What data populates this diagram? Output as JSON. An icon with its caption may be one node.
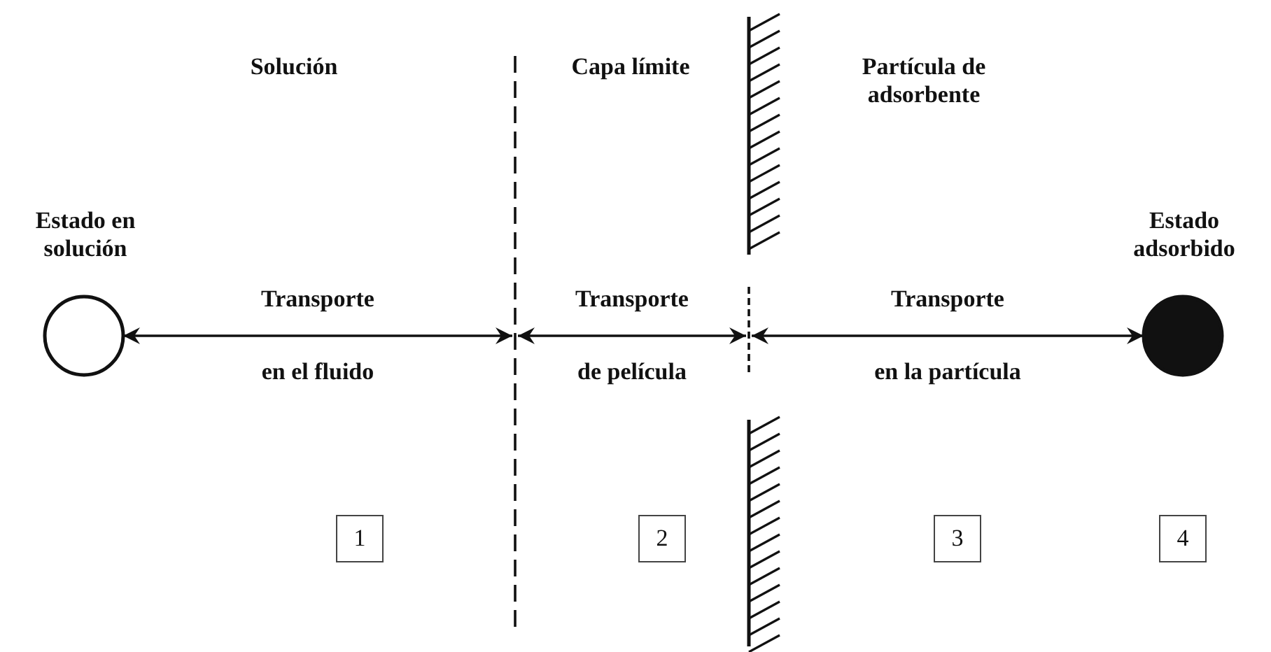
{
  "diagram": {
    "nodes": [
      {
        "text": [
          "Estado en solución"
        ]
      },
      {
        "text": [],
        "shape": "line"
      },
      {
        "text": [],
        "shape": "wall"
      },
      {
        "text": [
          "Estado adsorbido"
        ]
      },
      {
        "text": [
          "1"
        ]
      },
      {
        "text": [
          "2"
        ]
      },
      {
        "text": [
          "3"
        ]
      },
      {
        "text": [
          "4"
        ]
      }
    ],
    "edges": [
      {
        "from": 0,
        "to": 1,
        "arrow": "both",
        "label": "Transporte en el fluido"
      },
      {
        "from": 1,
        "to": 2,
        "arrow": "both",
        "label": "Transporte de película"
      },
      {
        "from": 2,
        "to": 3,
        "arrow": "both",
        "label": "Transporte en la partícula"
      }
    ],
    "labels": [
      "Solución",
      "Capa límite",
      "Partícula de adsorbente"
    ]
  }
}
